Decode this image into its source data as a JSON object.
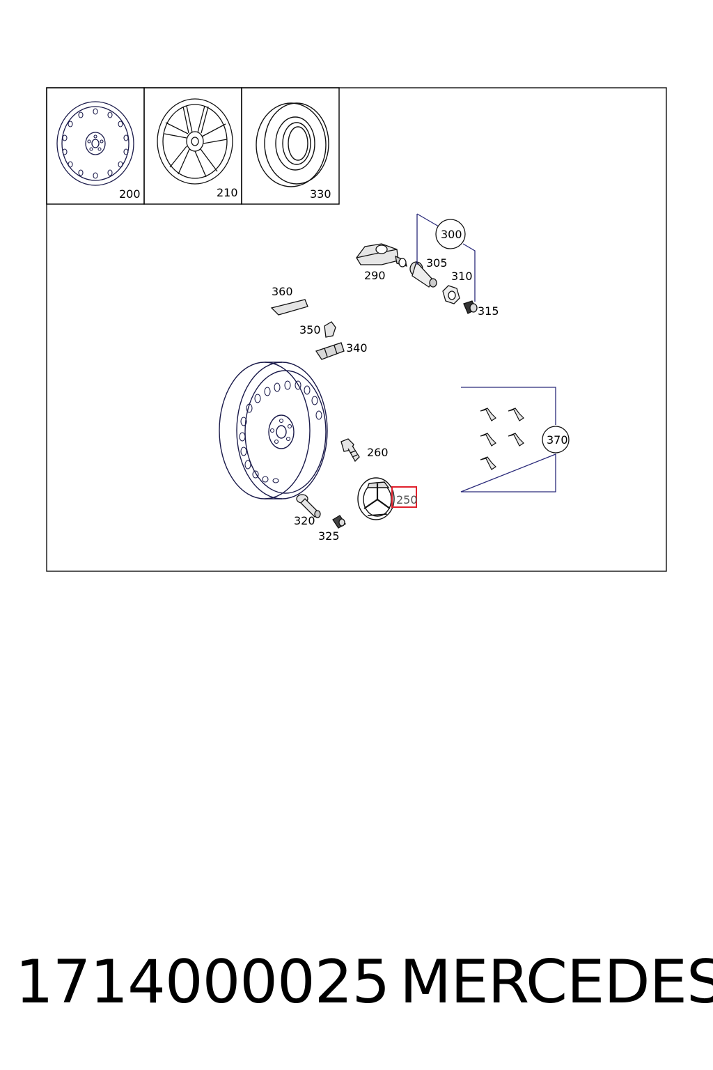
{
  "callouts": {
    "c200": "200",
    "c210": "210",
    "c330": "330",
    "c300": "300",
    "c290": "290",
    "c305": "305",
    "c310": "310",
    "c315": "315",
    "c360": "360",
    "c350": "350",
    "c340": "340",
    "c260": "260",
    "c250": "250",
    "c320": "320",
    "c325": "325",
    "c370": "370"
  },
  "highlight": {
    "callout": "250",
    "color": "#e0202c"
  },
  "footer": {
    "part_number": "1714000025",
    "brand": "MERCEDES"
  }
}
